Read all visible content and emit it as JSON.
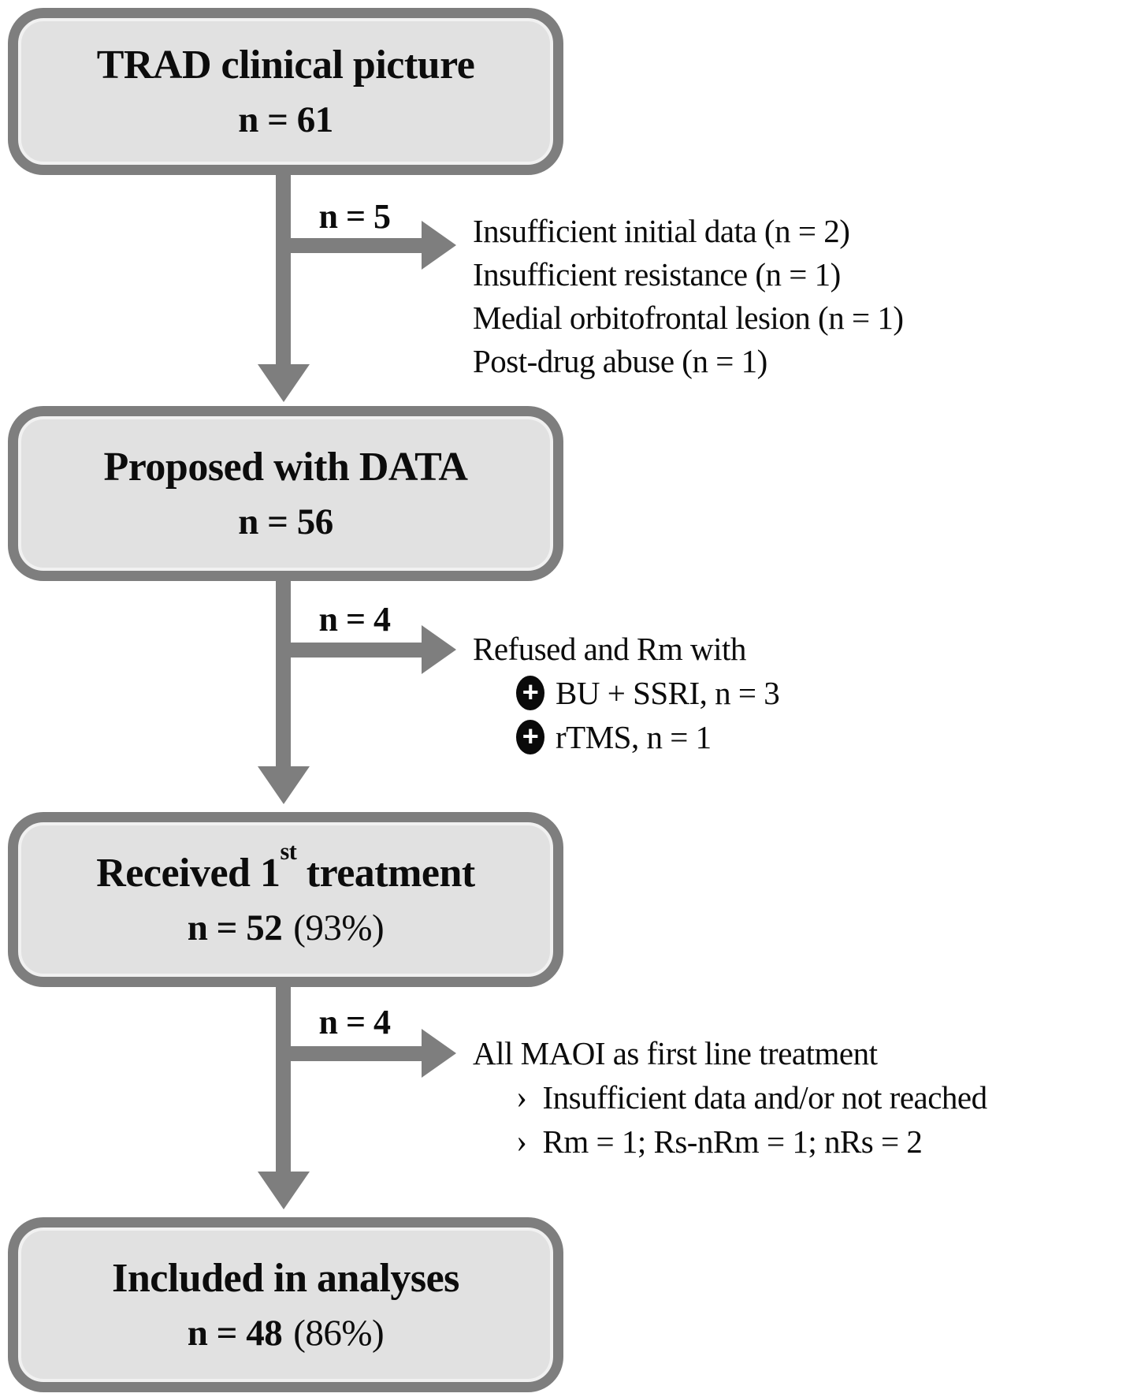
{
  "colors": {
    "box_fill": "#e1e1e1",
    "box_border": "#7e7e7e",
    "connector": "#7e7e7e",
    "bullet_fill": "#0a0a0a",
    "text": "#0c0c0c"
  },
  "boxes": [
    {
      "title": "TRAD clinical picture",
      "title_sup": "",
      "title_rest": "",
      "n_bold": "n = 61",
      "n_pct": ""
    },
    {
      "title": "Proposed with DATA",
      "title_sup": "",
      "title_rest": "",
      "n_bold": "n = 56",
      "n_pct": ""
    },
    {
      "title": "Received 1",
      "title_sup": "st",
      "title_rest": " treatment",
      "n_bold": "n = 52",
      "n_pct": "(93%)"
    },
    {
      "title": "Included in analyses",
      "title_sup": "",
      "title_rest": "",
      "n_bold": "n = 48",
      "n_pct": "(86%)"
    }
  ],
  "branches": [
    {
      "label": "n = 5",
      "lines": [
        "Insufficient initial data (n = 2)",
        "Insufficient resistance (n = 1)",
        "Medial orbitofrontal lesion (n = 1)",
        "Post-drug abuse (n = 1)"
      ]
    },
    {
      "label": "n = 4",
      "intro": "Refused and Rm with",
      "plus_glyph": "+",
      "plus_items": [
        "BU + SSRI, n = 3",
        "rTMS, n = 1"
      ]
    },
    {
      "label": "n = 4",
      "intro": "All MAOI as first line treatment",
      "chevron_glyph": "›",
      "chevron_items": [
        "Insufficient data and/or not reached",
        "Rm = 1; Rs-nRm = 1; nRs = 2"
      ]
    }
  ]
}
